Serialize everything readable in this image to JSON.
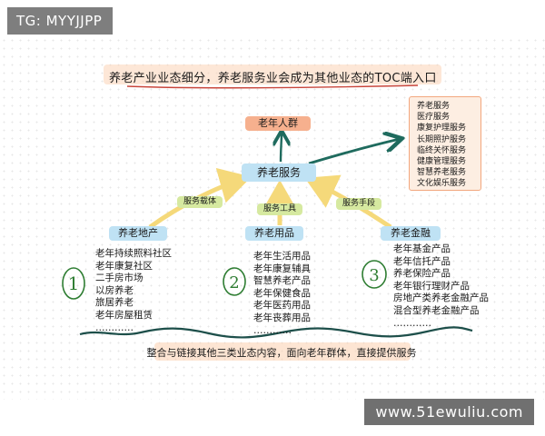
{
  "watermark_top": "TG: MYYJJPP",
  "watermark_bottom": "www.51ewuliu.com",
  "headline": "养老产业业态细分，养老服务业会成为其他业态的TOC端入口",
  "nodes": {
    "elderly": "老年人群",
    "core": "养老服务",
    "real_estate": "养老地产",
    "products": "养老用品",
    "finance": "养老金融"
  },
  "connectors": {
    "carrier": "服务载体",
    "tool": "服务工具",
    "means": "服务手段"
  },
  "service_list": [
    "养老服务",
    "医疗服务",
    "康复护理服务",
    "长期照护服务",
    "临终关怀服务",
    "健康管理服务",
    "智慧养老服务",
    "文化娱乐服务"
  ],
  "real_estate_list": [
    "老年持续照料社区",
    "老年康复社区",
    "二手房市场",
    "以房养老",
    "旅居养老",
    "老年房屋租赁",
    "…………"
  ],
  "products_list": [
    "老年生活用品",
    "老年康复辅具",
    "智慧养老产品",
    "老年保健食品",
    "老年医药用品",
    "老年丧葬用品",
    "…………"
  ],
  "finance_list": [
    "老年基金产品",
    "老年信托产品",
    "养老保险产品",
    "老年银行理财产品",
    "房地产类养老金融产品",
    "混合型养老金融产品",
    "…………"
  ],
  "numbers": [
    "1",
    "2",
    "3"
  ],
  "footer": "整合与链接其他三类业态内容，面向老年群体，直接提供服务",
  "colors": {
    "orange_pill": "#f6b08e",
    "blue_pill": "#bfe2f4",
    "green_pill": "#d6e9a0",
    "arrow_teal": "#1f6b5e",
    "ink_green": "#2e7d32",
    "wave_dark": "#1d4f4a",
    "box_border": "#f2a77e"
  }
}
